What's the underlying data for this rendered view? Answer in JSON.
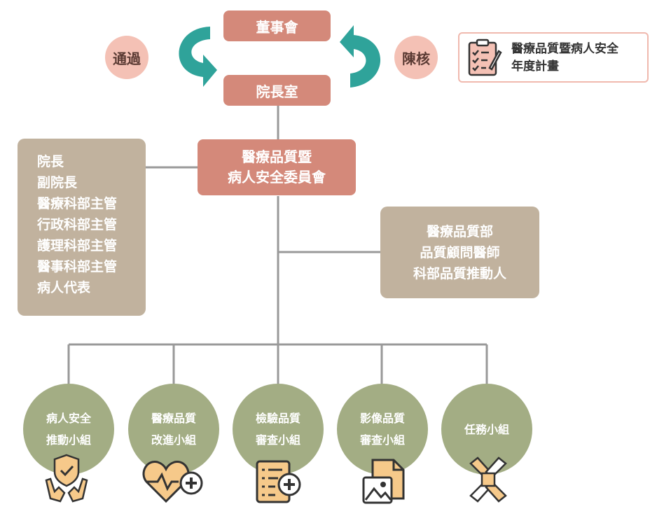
{
  "top": {
    "board": "董事會",
    "president_office": "院長室",
    "approve": "通過",
    "report": "陳核",
    "plan_line1": "醫療品質暨病人安全",
    "plan_line2": "年度計畫"
  },
  "committee": {
    "line1": "醫療品質暨",
    "line2": "病人安全委員會"
  },
  "members": [
    "院長",
    "副院長",
    "醫療科部主管",
    "行政科部主管",
    "護理科部主管",
    "醫事科部主管",
    "病人代表"
  ],
  "support": [
    "醫療品質部",
    "品質顧問醫師",
    "科部品質推動人"
  ],
  "groups": [
    {
      "line1": "病人安全",
      "line2": "推動小組",
      "icon": "shield-hands-icon"
    },
    {
      "line1": "醫療品質",
      "line2": "改進小組",
      "icon": "heart-plus-icon"
    },
    {
      "line1": "檢驗品質",
      "line2": "審查小組",
      "icon": "checklist-plus-icon"
    },
    {
      "line1": "影像品質",
      "line2": "審查小組",
      "icon": "image-document-icon"
    },
    {
      "line1": "任務小組",
      "line2": "",
      "icon": "handshake-icon"
    }
  ],
  "colors": {
    "salmon": "#d4897a",
    "pink": "#f4c1b5",
    "teal": "#2fa39a",
    "tan": "#c1b29e",
    "green": "#a3ad84",
    "icon_fill": "#f6c98a"
  }
}
